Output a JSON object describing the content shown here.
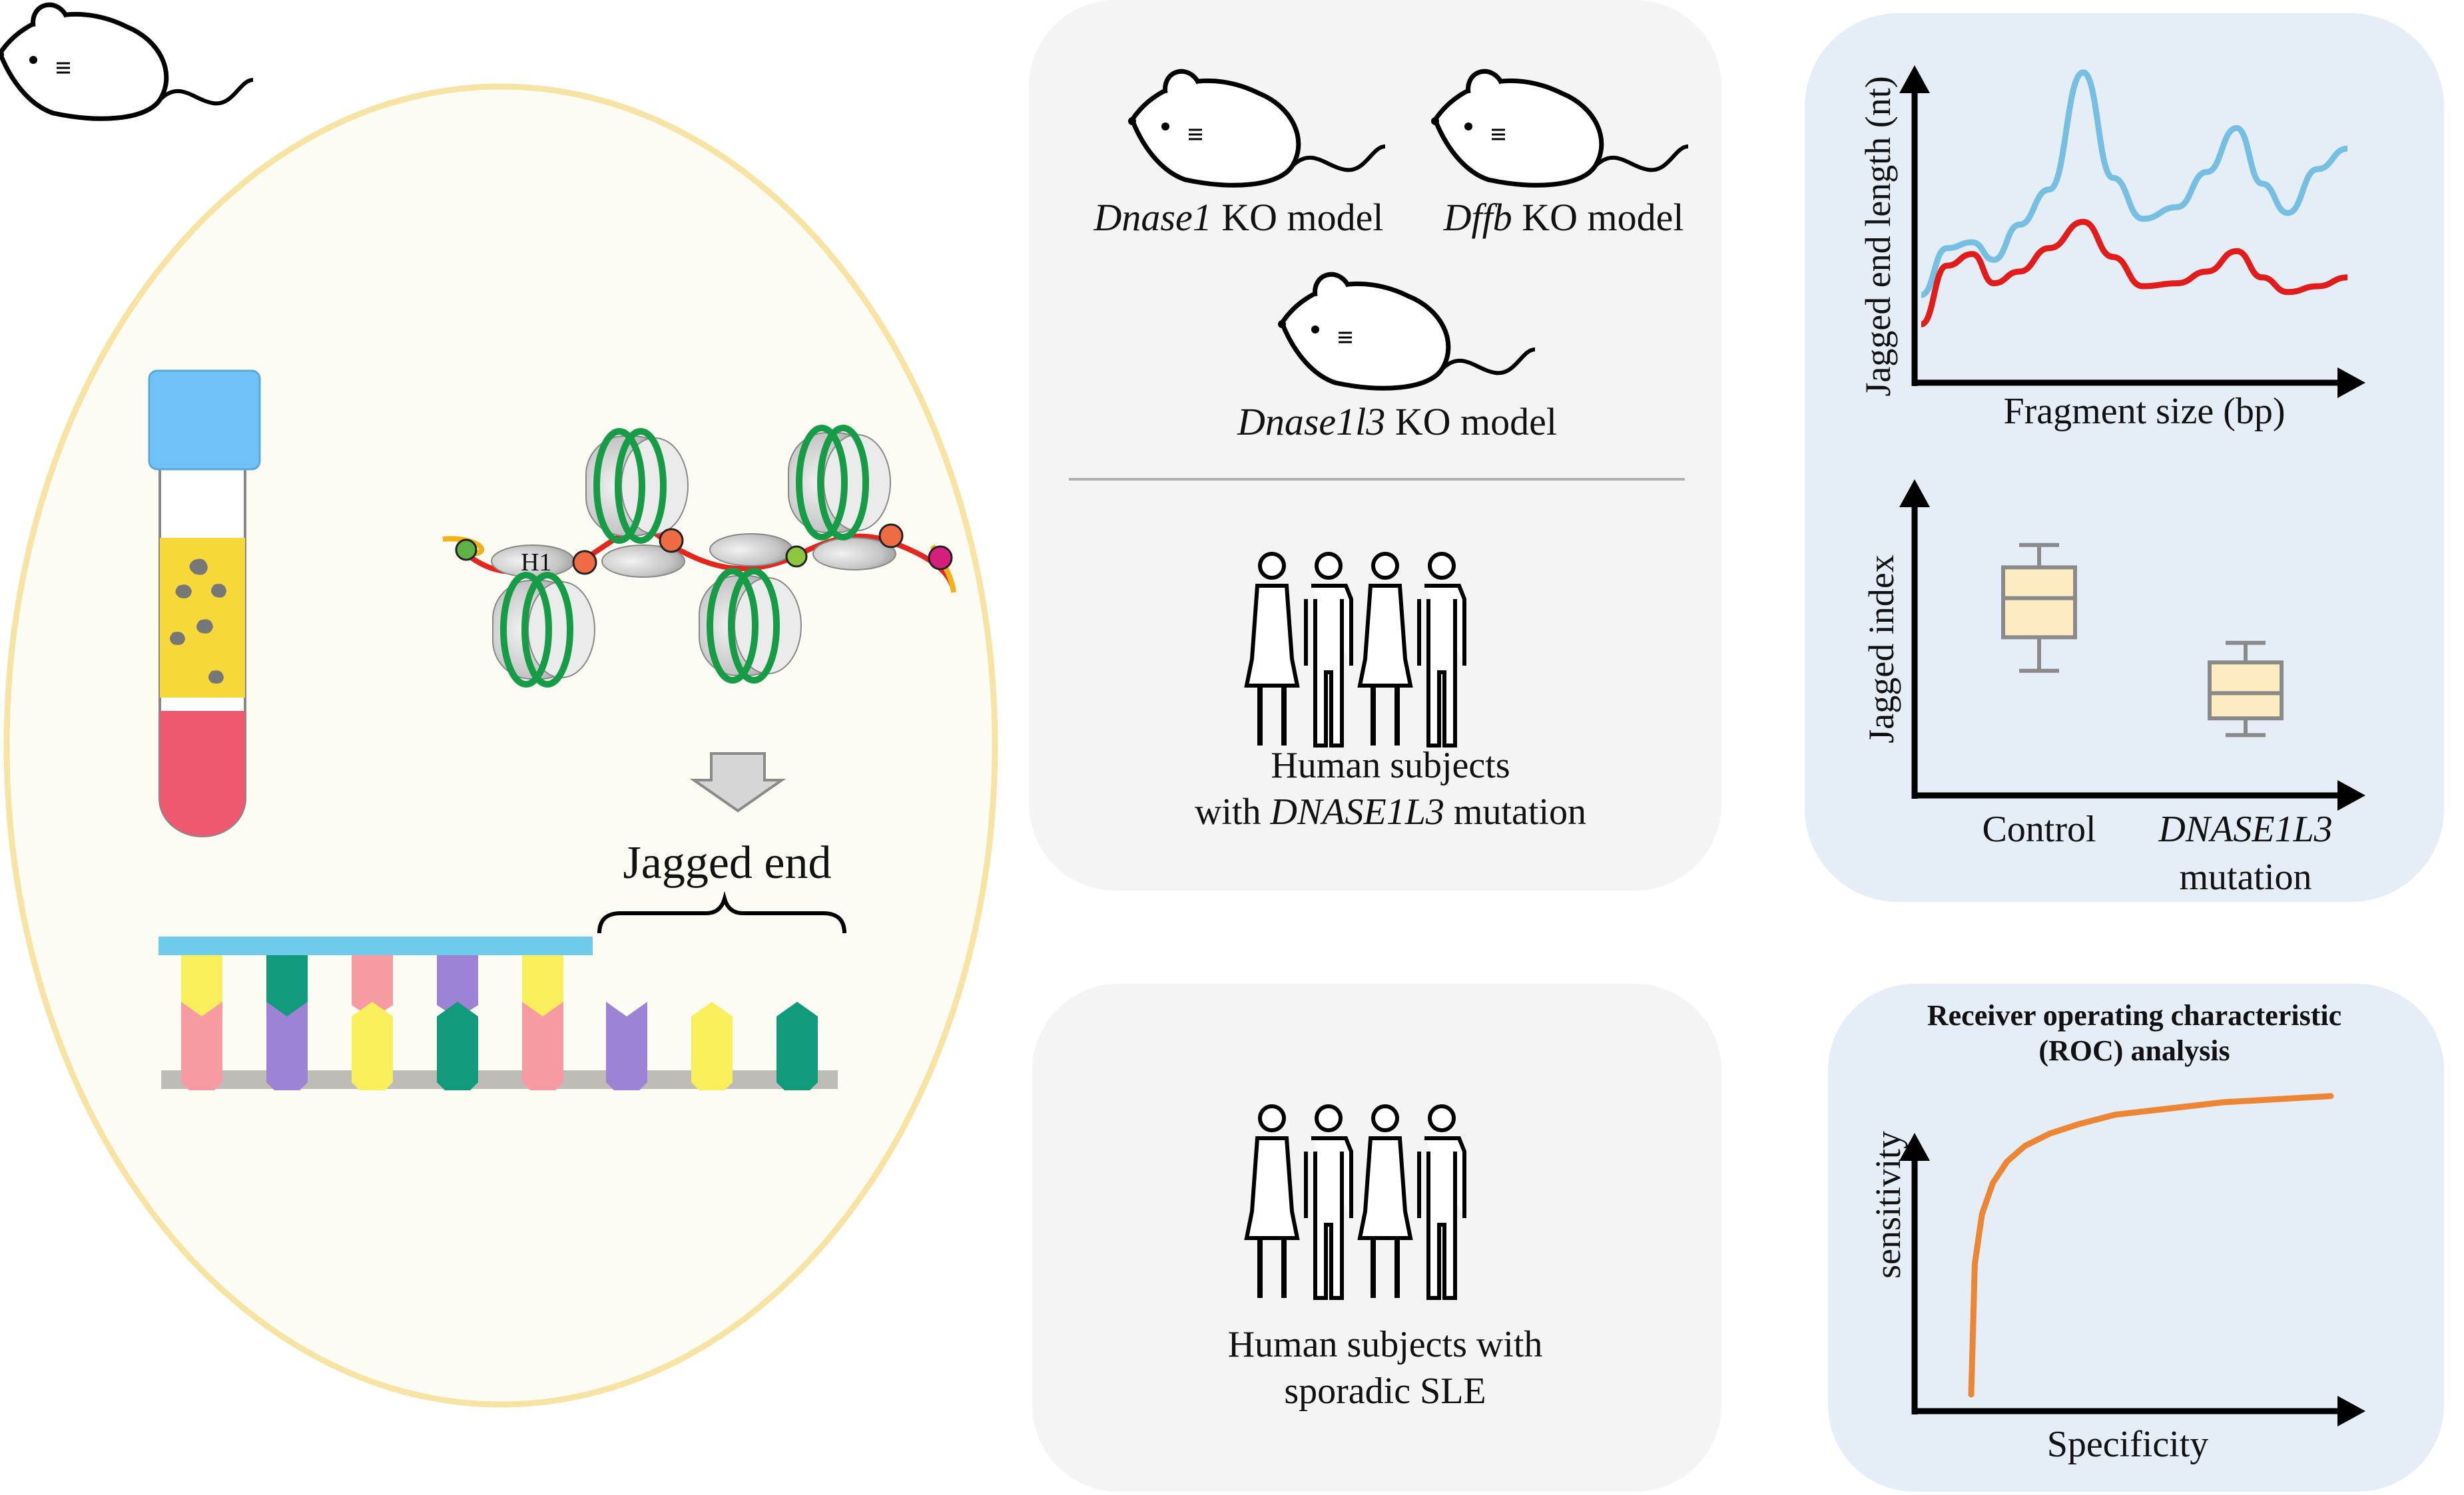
{
  "left_panel": {
    "nucleosome_label": "H1",
    "jagged_end_label": "Jagged end"
  },
  "middle_panel": {
    "models": [
      {
        "gene": "Dnase1",
        "suffix": " KO model"
      },
      {
        "gene": "Dffb",
        "suffix": " KO model"
      },
      {
        "gene": "Dnase1l3",
        "suffix": " KO model"
      }
    ],
    "human_mutation": {
      "line1": "Human subjects",
      "line2_prefix": "with ",
      "line2_gene": "DNASE1L3",
      "line2_suffix": " mutation"
    },
    "human_sle": {
      "line1": "Human subjects with",
      "line2": "sporadic SLE"
    }
  },
  "charts_text": {
    "line_chart": {
      "ylabel": "Jagged end length (nt)",
      "xlabel": "Fragment size (bp)"
    },
    "box_chart": {
      "ylabel": "Jagged index",
      "categories": [
        "Control",
        "DNASE1L3",
        "mutation"
      ]
    },
    "roc_chart": {
      "title_line1": "Receiver operating characteristic",
      "title_line2": "(ROC) analysis",
      "ylabel": "sensitivity",
      "xlabel": "Specificity"
    }
  },
  "colors": {
    "panel_gray": "#f4f4f4",
    "panel_blue": "#e5edf6",
    "ellipse_fill": "#fcfcf5",
    "ellipse_stroke": "#f7e3a3",
    "tube_cap": "#6ec2f7",
    "plasma": "#f6d838",
    "blood": "#ef5970",
    "histone_wrap": "#169c46",
    "linker_red": "#e5261f",
    "linker_yellow": "#f2b31a",
    "strand_top": "#6ecbeb",
    "base_yellow": "#f9ef5c",
    "base_teal": "#129a7d",
    "base_pink": "#f79aa1",
    "base_purple": "#9d83d6",
    "control_curve": "#77bfe2",
    "mutation_curve": "#e21b1b",
    "box_fill": "#fdecc2",
    "roc_curve": "#ec8634"
  },
  "chart_data": [
    {
      "type": "line",
      "title": "",
      "xlabel": "Fragment size (bp)",
      "ylabel": "Jagged end length (nt)",
      "series": [
        {
          "values": [
            0.22,
            0.38,
            0.4,
            0.34,
            0.46,
            0.58,
            0.98,
            0.62,
            0.48,
            0.52,
            0.64,
            0.79,
            0.6,
            0.5,
            0.65,
            0.72
          ]
        },
        {
          "values": [
            0.12,
            0.32,
            0.36,
            0.26,
            0.3,
            0.38,
            0.47,
            0.35,
            0.25,
            0.26,
            0.3,
            0.37,
            0.28,
            0.23,
            0.25,
            0.28
          ]
        }
      ],
      "x": [
        0.0,
        0.06,
        0.12,
        0.17,
        0.23,
        0.3,
        0.38,
        0.45,
        0.52,
        0.6,
        0.67,
        0.74,
        0.8,
        0.86,
        0.93,
        1.0
      ],
      "grid": false
    },
    {
      "type": "box",
      "categories": [
        "Control",
        "DNASE1L3 mutation"
      ],
      "ylabel": "Jagged index",
      "boxes": [
        {
          "min": 0.41,
          "q1": 0.53,
          "median": 0.67,
          "q3": 0.78,
          "max": 0.86
        },
        {
          "min": 0.18,
          "q1": 0.24,
          "median": 0.33,
          "q3": 0.44,
          "max": 0.51
        }
      ]
    },
    {
      "type": "line",
      "title": "Receiver operating characteristic (ROC) analysis",
      "xlabel": "Specificity",
      "ylabel": "sensitivity",
      "series": [
        {
          "x": [
            0.0,
            0.01,
            0.03,
            0.06,
            0.1,
            0.15,
            0.22,
            0.3,
            0.4,
            0.55,
            0.7,
            0.85,
            1.0
          ],
          "y": [
            0.0,
            0.42,
            0.58,
            0.68,
            0.75,
            0.8,
            0.84,
            0.87,
            0.9,
            0.92,
            0.94,
            0.95,
            0.96
          ]
        }
      ]
    }
  ]
}
